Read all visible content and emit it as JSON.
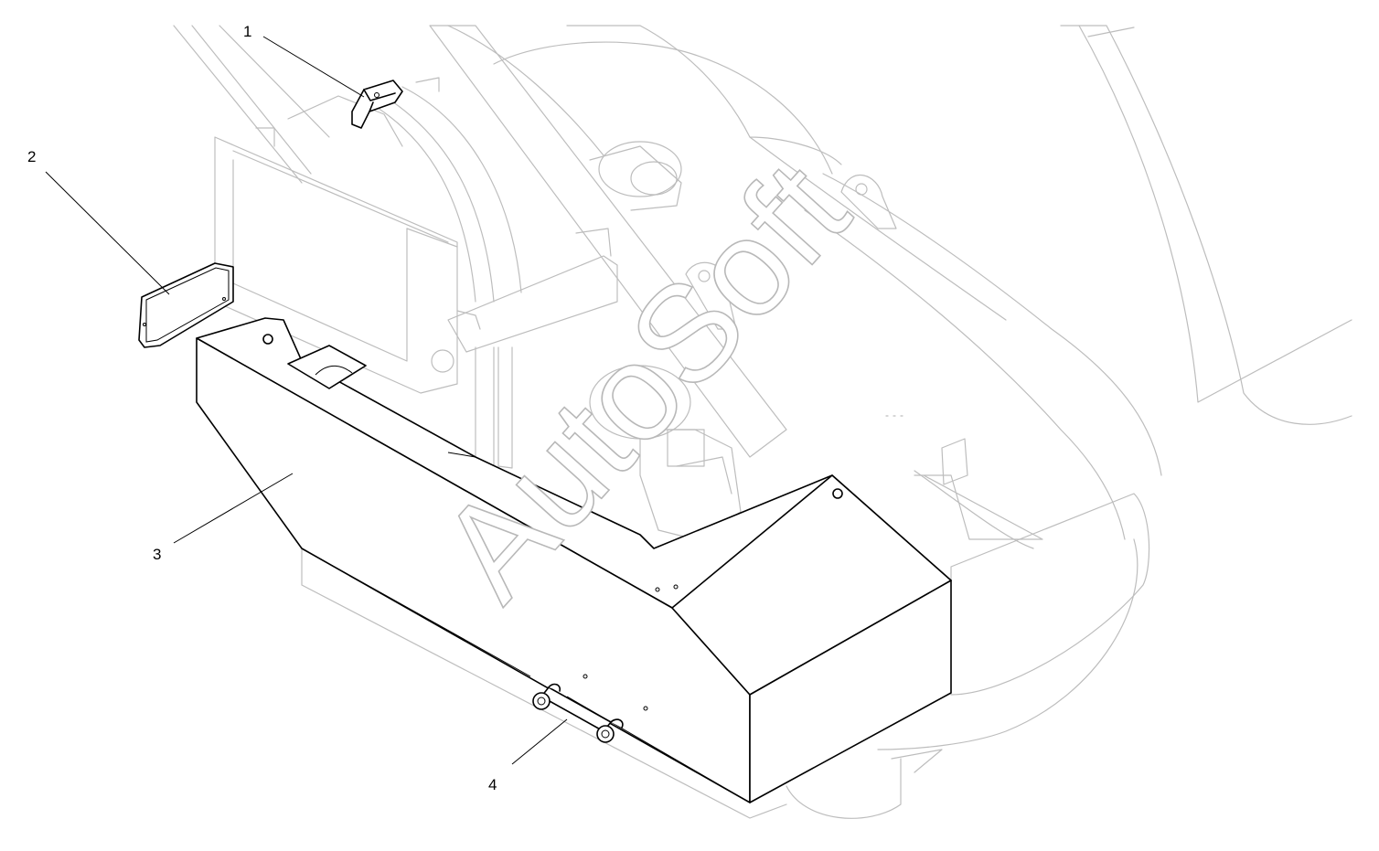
{
  "watermark": {
    "text": "AutoSoft"
  },
  "callouts": [
    {
      "number": "1",
      "part": "clamp"
    },
    {
      "number": "2",
      "part": "plate"
    },
    {
      "number": "3",
      "part": "cover"
    },
    {
      "number": "4",
      "part": "handle"
    }
  ],
  "colors": {
    "part_outline": "#000000",
    "ghost_outline": "#bdbdbd",
    "watermark_outline": "#b8b8b8",
    "background": "#ffffff"
  }
}
